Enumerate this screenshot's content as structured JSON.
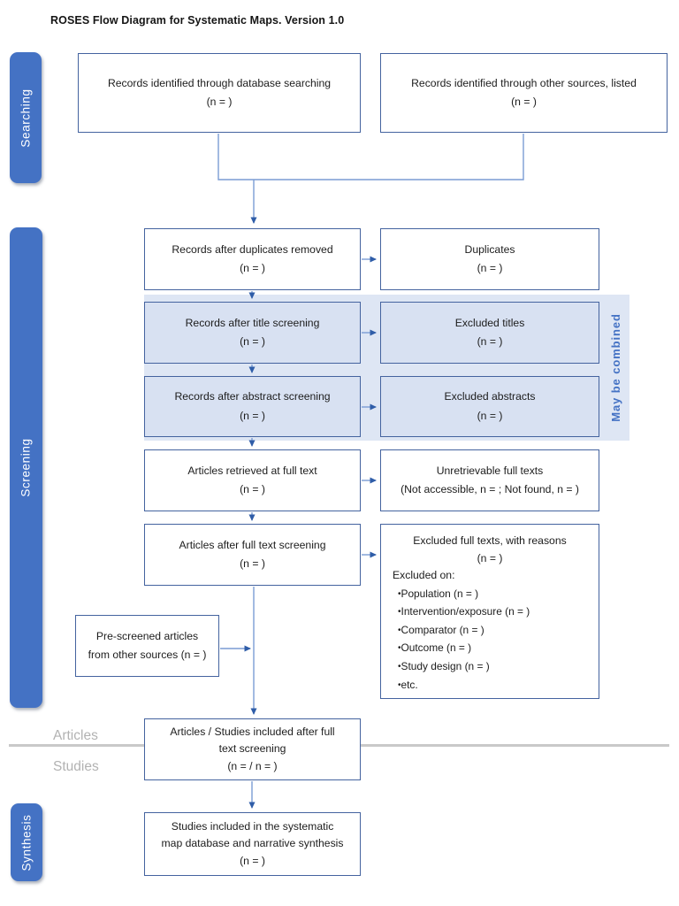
{
  "title": "ROSES Flow Diagram for Systematic Maps. Version 1.0",
  "stages": {
    "searching": "Searching",
    "screening": "Screening",
    "synthesis": "Synthesis"
  },
  "phases": {
    "articles": "Articles",
    "studies": "Studies"
  },
  "annotations": {
    "may_be_combined": "May be combined"
  },
  "colors": {
    "accent_blue": "#4472c4",
    "box_border": "#44639f",
    "shade_fill": "#dee6f4",
    "shaded_box_fill": "#d8e1f2",
    "connector_line": "#7a9cd4",
    "arrowhead": "#2f5da8",
    "gray_label": "#b2b2b2",
    "gray_line": "#c9c9c9"
  },
  "boxes": {
    "db_search": {
      "lines": [
        "Records identified through database searching",
        "(n = )"
      ]
    },
    "other_sources": {
      "lines": [
        "Records identified through other sources, listed",
        "(n = )"
      ]
    },
    "after_duplicates": {
      "lines": [
        "Records after duplicates removed",
        "(n = )"
      ]
    },
    "duplicates": {
      "lines": [
        "Duplicates",
        "(n = )"
      ]
    },
    "title_screening": {
      "lines": [
        "Records after title screening",
        "(n = )"
      ]
    },
    "excluded_titles": {
      "lines": [
        "Excluded titles",
        "(n = )"
      ]
    },
    "abstract_screening": {
      "lines": [
        "Records after abstract screening",
        "(n = )"
      ]
    },
    "excluded_abstracts": {
      "lines": [
        "Excluded abstracts",
        "(n = )"
      ]
    },
    "full_text_retrieved": {
      "lines": [
        "Articles retrieved at full text",
        "(n = )"
      ]
    },
    "unretrievable": {
      "lines": [
        "Unretrievable full texts",
        "(Not accessible,  n = ; Not found, n = )"
      ]
    },
    "full_text_screening": {
      "lines": [
        "Articles after full text screening",
        "(n = )"
      ]
    },
    "excluded_full_texts": {
      "lines": [
        "Excluded full texts, with reasons",
        "(n = )"
      ],
      "subheading": "Excluded on:",
      "bullets": [
        "Population (n = )",
        "Intervention/exposure (n = )",
        "Comparator (n = )",
        "Outcome (n = )",
        "Study design (n = )",
        "etc."
      ]
    },
    "pre_screened": {
      "lines": [
        "Pre-screened articles",
        "from other sources (n = )"
      ]
    },
    "included_after_screening": {
      "lines": [
        "Articles / Studies included after full",
        "text screening",
        "(n = / n = )"
      ]
    },
    "synthesis_included": {
      "lines": [
        "Studies included in the systematic",
        "map database and narrative synthesis",
        "(n = )"
      ]
    }
  }
}
